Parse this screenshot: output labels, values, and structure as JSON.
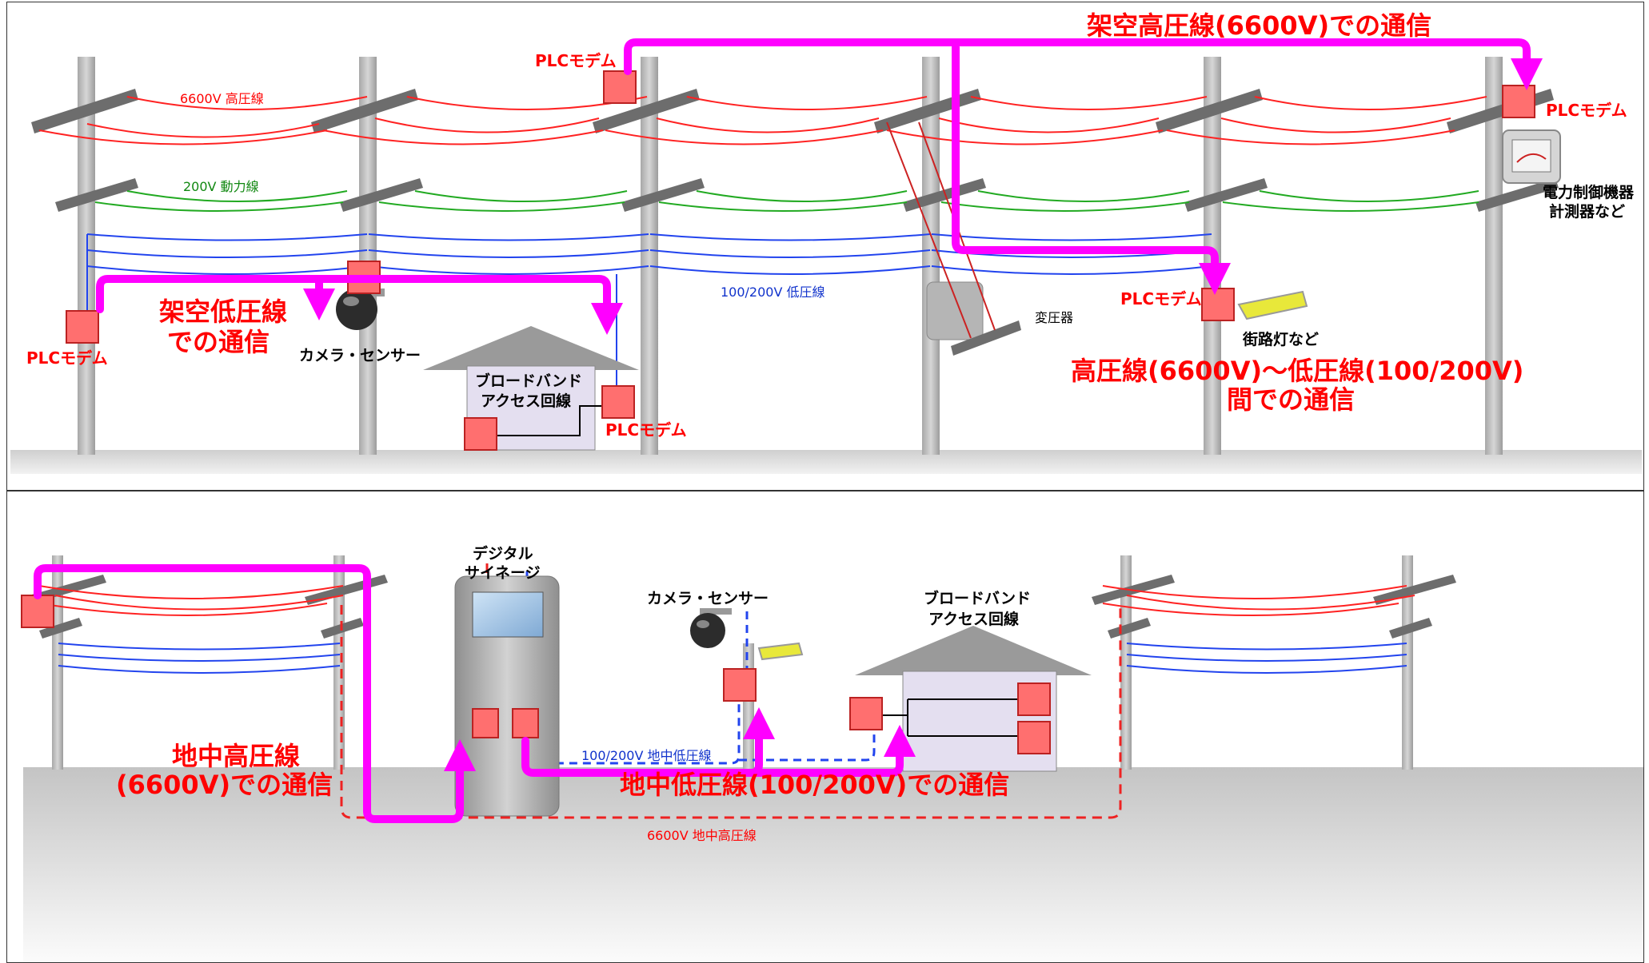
{
  "top": {
    "wire_high": "6600V 高圧線",
    "wire_power": "200V 動力線",
    "wire_low": "100/200V 低圧線",
    "transformer": "変圧器",
    "camera_sensor": "カメラ・センサー",
    "house_line1": "ブロードバンド",
    "house_line2": "アクセス回線",
    "streetlight": "街路灯など",
    "meter_line1": "電力制御機器",
    "meter_line2": "計測器など",
    "modem_label": "PLCモデム",
    "route_overhead_high": "架空高圧線(6600V)での通信",
    "route_overhead_low_1": "架空低圧線",
    "route_overhead_low_2": "での通信",
    "route_high_low_1": "高圧線(6600V)～低圧線(100/200V)",
    "route_high_low_2": "間での通信"
  },
  "bottom": {
    "signage_line1": "デジタル",
    "signage_line2": "サイネージ",
    "camera_sensor": "カメラ・センサー",
    "house_line1": "ブロードバンド",
    "house_line2": "アクセス回線",
    "underground_low": "100/200V 地中低圧線",
    "underground_high": "6600V 地中高圧線",
    "route_ug_high_1": "地中高圧線",
    "route_ug_high_2": "(6600V)での通信",
    "route_ug_low": "地中低圧線(100/200V)での通信"
  },
  "colors": {
    "route": "#ff00ff",
    "high_voltage": "#ff2222",
    "power_line": "#22aa22",
    "low_voltage": "#2244ee",
    "modem": "#ff6f6f",
    "pole": "#c4c4c4",
    "ground": "#d8d8d8"
  }
}
